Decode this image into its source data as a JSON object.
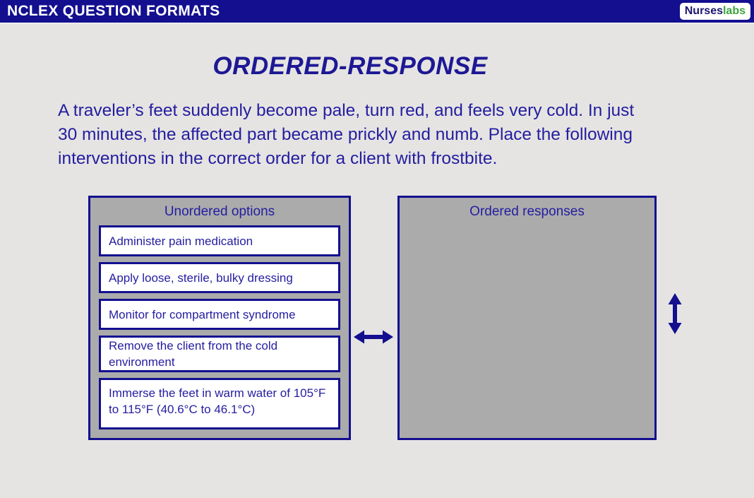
{
  "topbar": {
    "title": "NCLEX QUESTION FORMATS",
    "logo": {
      "part1": "Nurses",
      "part2": "labs"
    }
  },
  "main": {
    "title": "ORDERED-RESPONSE",
    "question_lines": [
      "A traveler’s feet suddenly become pale, turn red, and feels very cold. In just",
      "30 minutes, the affected part became prickly and numb. Place the following",
      "interventions in the correct order for a client with frostbite."
    ]
  },
  "unordered": {
    "title": "Unordered options",
    "options": [
      "Administer pain medication",
      "Apply loose, sterile, bulky dressing",
      "Monitor for compartment syndrome",
      "Remove the client from the cold environment",
      "Immerse the feet in warm water of 105°F to 115°F (40.6°C to 46.1°C)"
    ]
  },
  "ordered": {
    "title": "Ordered responses"
  },
  "icons": {
    "horizontal_double_arrow": "left-right-arrow",
    "vertical_double_arrow": "up-down-arrow"
  },
  "colors": {
    "bar_navy": "#130f8f",
    "text_navy": "#241da0",
    "panel_gray": "#ababab",
    "page_background": "#e5e4e2",
    "logo_green": "#3ba43d",
    "white": "#ffffff"
  }
}
